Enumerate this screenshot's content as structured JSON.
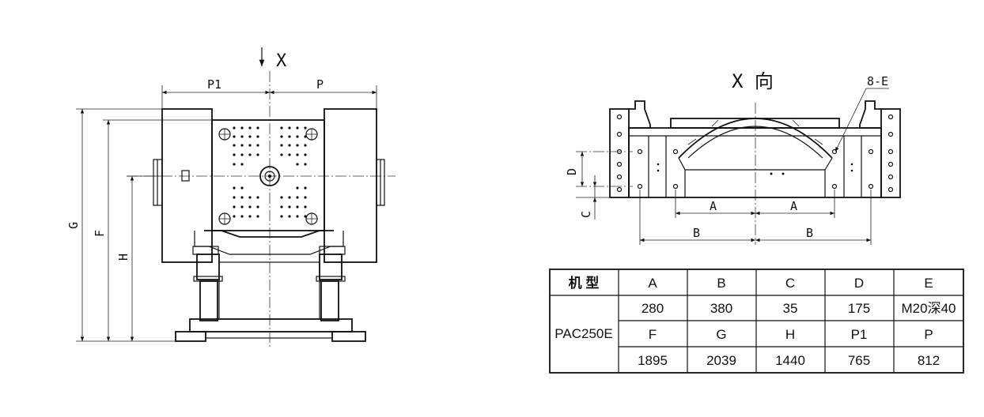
{
  "front_view": {
    "view_arrow_label": "X",
    "dim_p1": "P1",
    "dim_p": "P",
    "dim_g": "G",
    "dim_f": "F",
    "dim_h": "H"
  },
  "side_view": {
    "title": "X 向",
    "hole_callout": "8-E",
    "dim_a_left": "A",
    "dim_a_right": "A",
    "dim_b_left": "B",
    "dim_b_right": "B",
    "dim_c": "C",
    "dim_d": "D"
  },
  "spec_table": {
    "header": [
      "机 型",
      "A",
      "B",
      "C",
      "D",
      "E"
    ],
    "model": "PAC250E",
    "row1": [
      "280",
      "380",
      "35",
      "175",
      "M20深40"
    ],
    "row2": [
      "F",
      "G",
      "H",
      "P1",
      "P"
    ],
    "row3": [
      "1895",
      "2039",
      "1440",
      "765",
      "812"
    ]
  }
}
